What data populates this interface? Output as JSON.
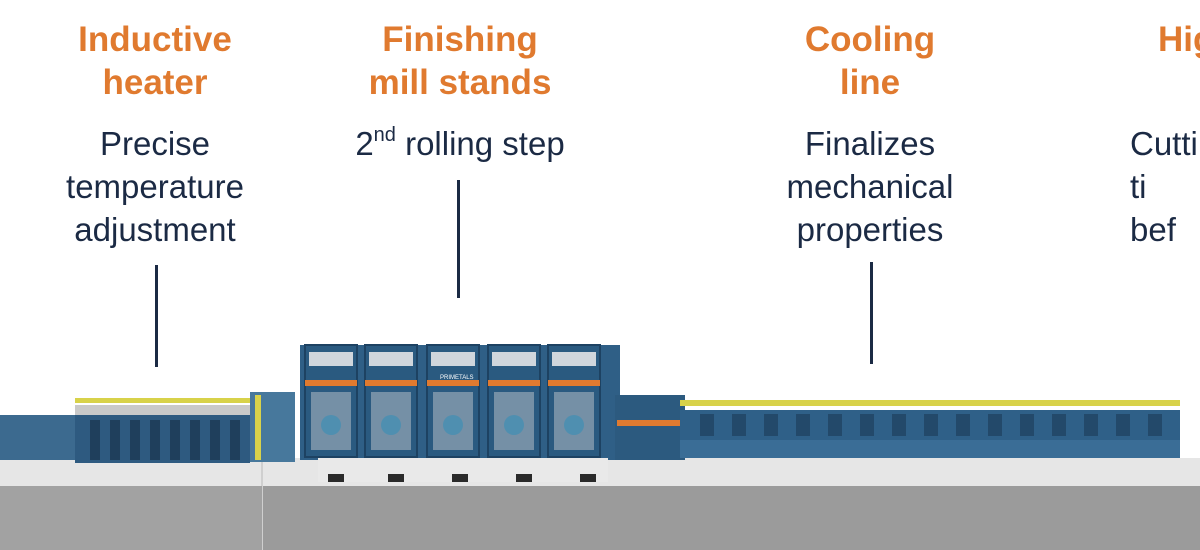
{
  "callouts": [
    {
      "title": "Inductive\nheater",
      "desc": "Precise\ntemperature\nadjustment"
    },
    {
      "title": "Finishing\nmill stands",
      "desc_sup": "nd",
      "desc_prefix": "2",
      "desc_rest": " rolling step"
    },
    {
      "title": "Cooling\nline",
      "desc": "Finalizes\nmechanical\nproperties"
    },
    {
      "title": "Hig",
      "desc": "Cutti\nti\nbef"
    }
  ],
  "colors": {
    "accent": "#e07a2f",
    "text": "#1b2a44",
    "machine_blue": "#2f5f86",
    "rail_yellow": "#d8d24a",
    "floor": "#9a9a9a"
  },
  "machine_logo": "PRIMETALS"
}
